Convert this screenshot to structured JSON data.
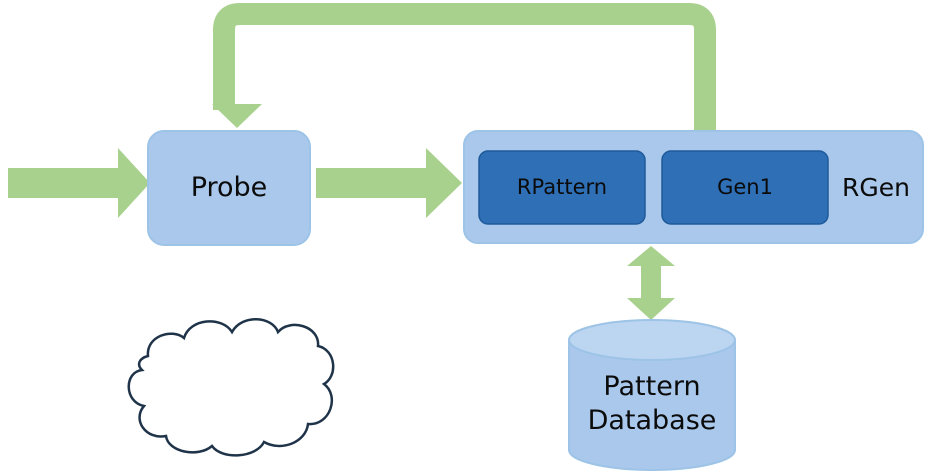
{
  "nodes": {
    "probe": {
      "label": "Probe"
    },
    "rgen": {
      "label": "RGen"
    },
    "rpattern": {
      "label": "RPattern"
    },
    "gen1": {
      "label": "Gen1"
    },
    "pattern_db": {
      "label": "Pattern\nDatabase"
    }
  },
  "colors": {
    "arrow": "#a9d18e",
    "node_light": "#a9c8ec",
    "node_border": "#9dc3e6",
    "node_dark": "#2e6fb6",
    "node_dark_border": "#1f5a9a",
    "cloud_stroke": "#1f3349"
  }
}
